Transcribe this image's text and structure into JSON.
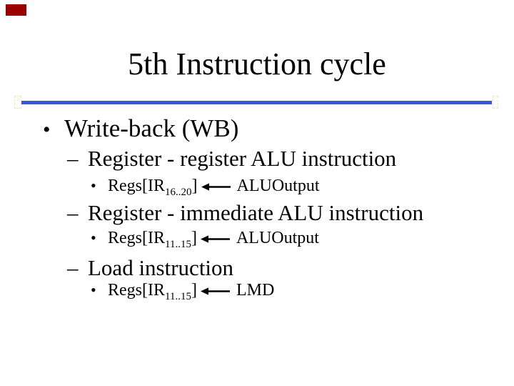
{
  "slide": {
    "title": "5th Instruction cycle",
    "bullet_l1": {
      "marker": "•",
      "text": "Write-back (WB)"
    },
    "markers": {
      "l2": "–",
      "l3": "•"
    },
    "sections": [
      {
        "heading": "Register - register ALU instruction",
        "detail": {
          "dest": "Regs[IR",
          "dest_sub": "16..20",
          "dest_close": "]",
          "source": "ALUOutput"
        }
      },
      {
        "heading": "Register - immediate ALU instruction",
        "detail": {
          "dest": "Regs[IR",
          "dest_sub": "11..15",
          "dest_close": "]",
          "source": "ALUOutput"
        }
      },
      {
        "heading": "Load instruction",
        "detail": {
          "dest": "Regs[IR",
          "dest_sub": "11..15",
          "dest_close": "]",
          "source": "LMD"
        }
      }
    ],
    "icons": {
      "assignment": "left-arrow"
    },
    "colors": {
      "accent_rule": "#3b57d4",
      "corner_block": "#990000",
      "text": "#000000"
    }
  }
}
